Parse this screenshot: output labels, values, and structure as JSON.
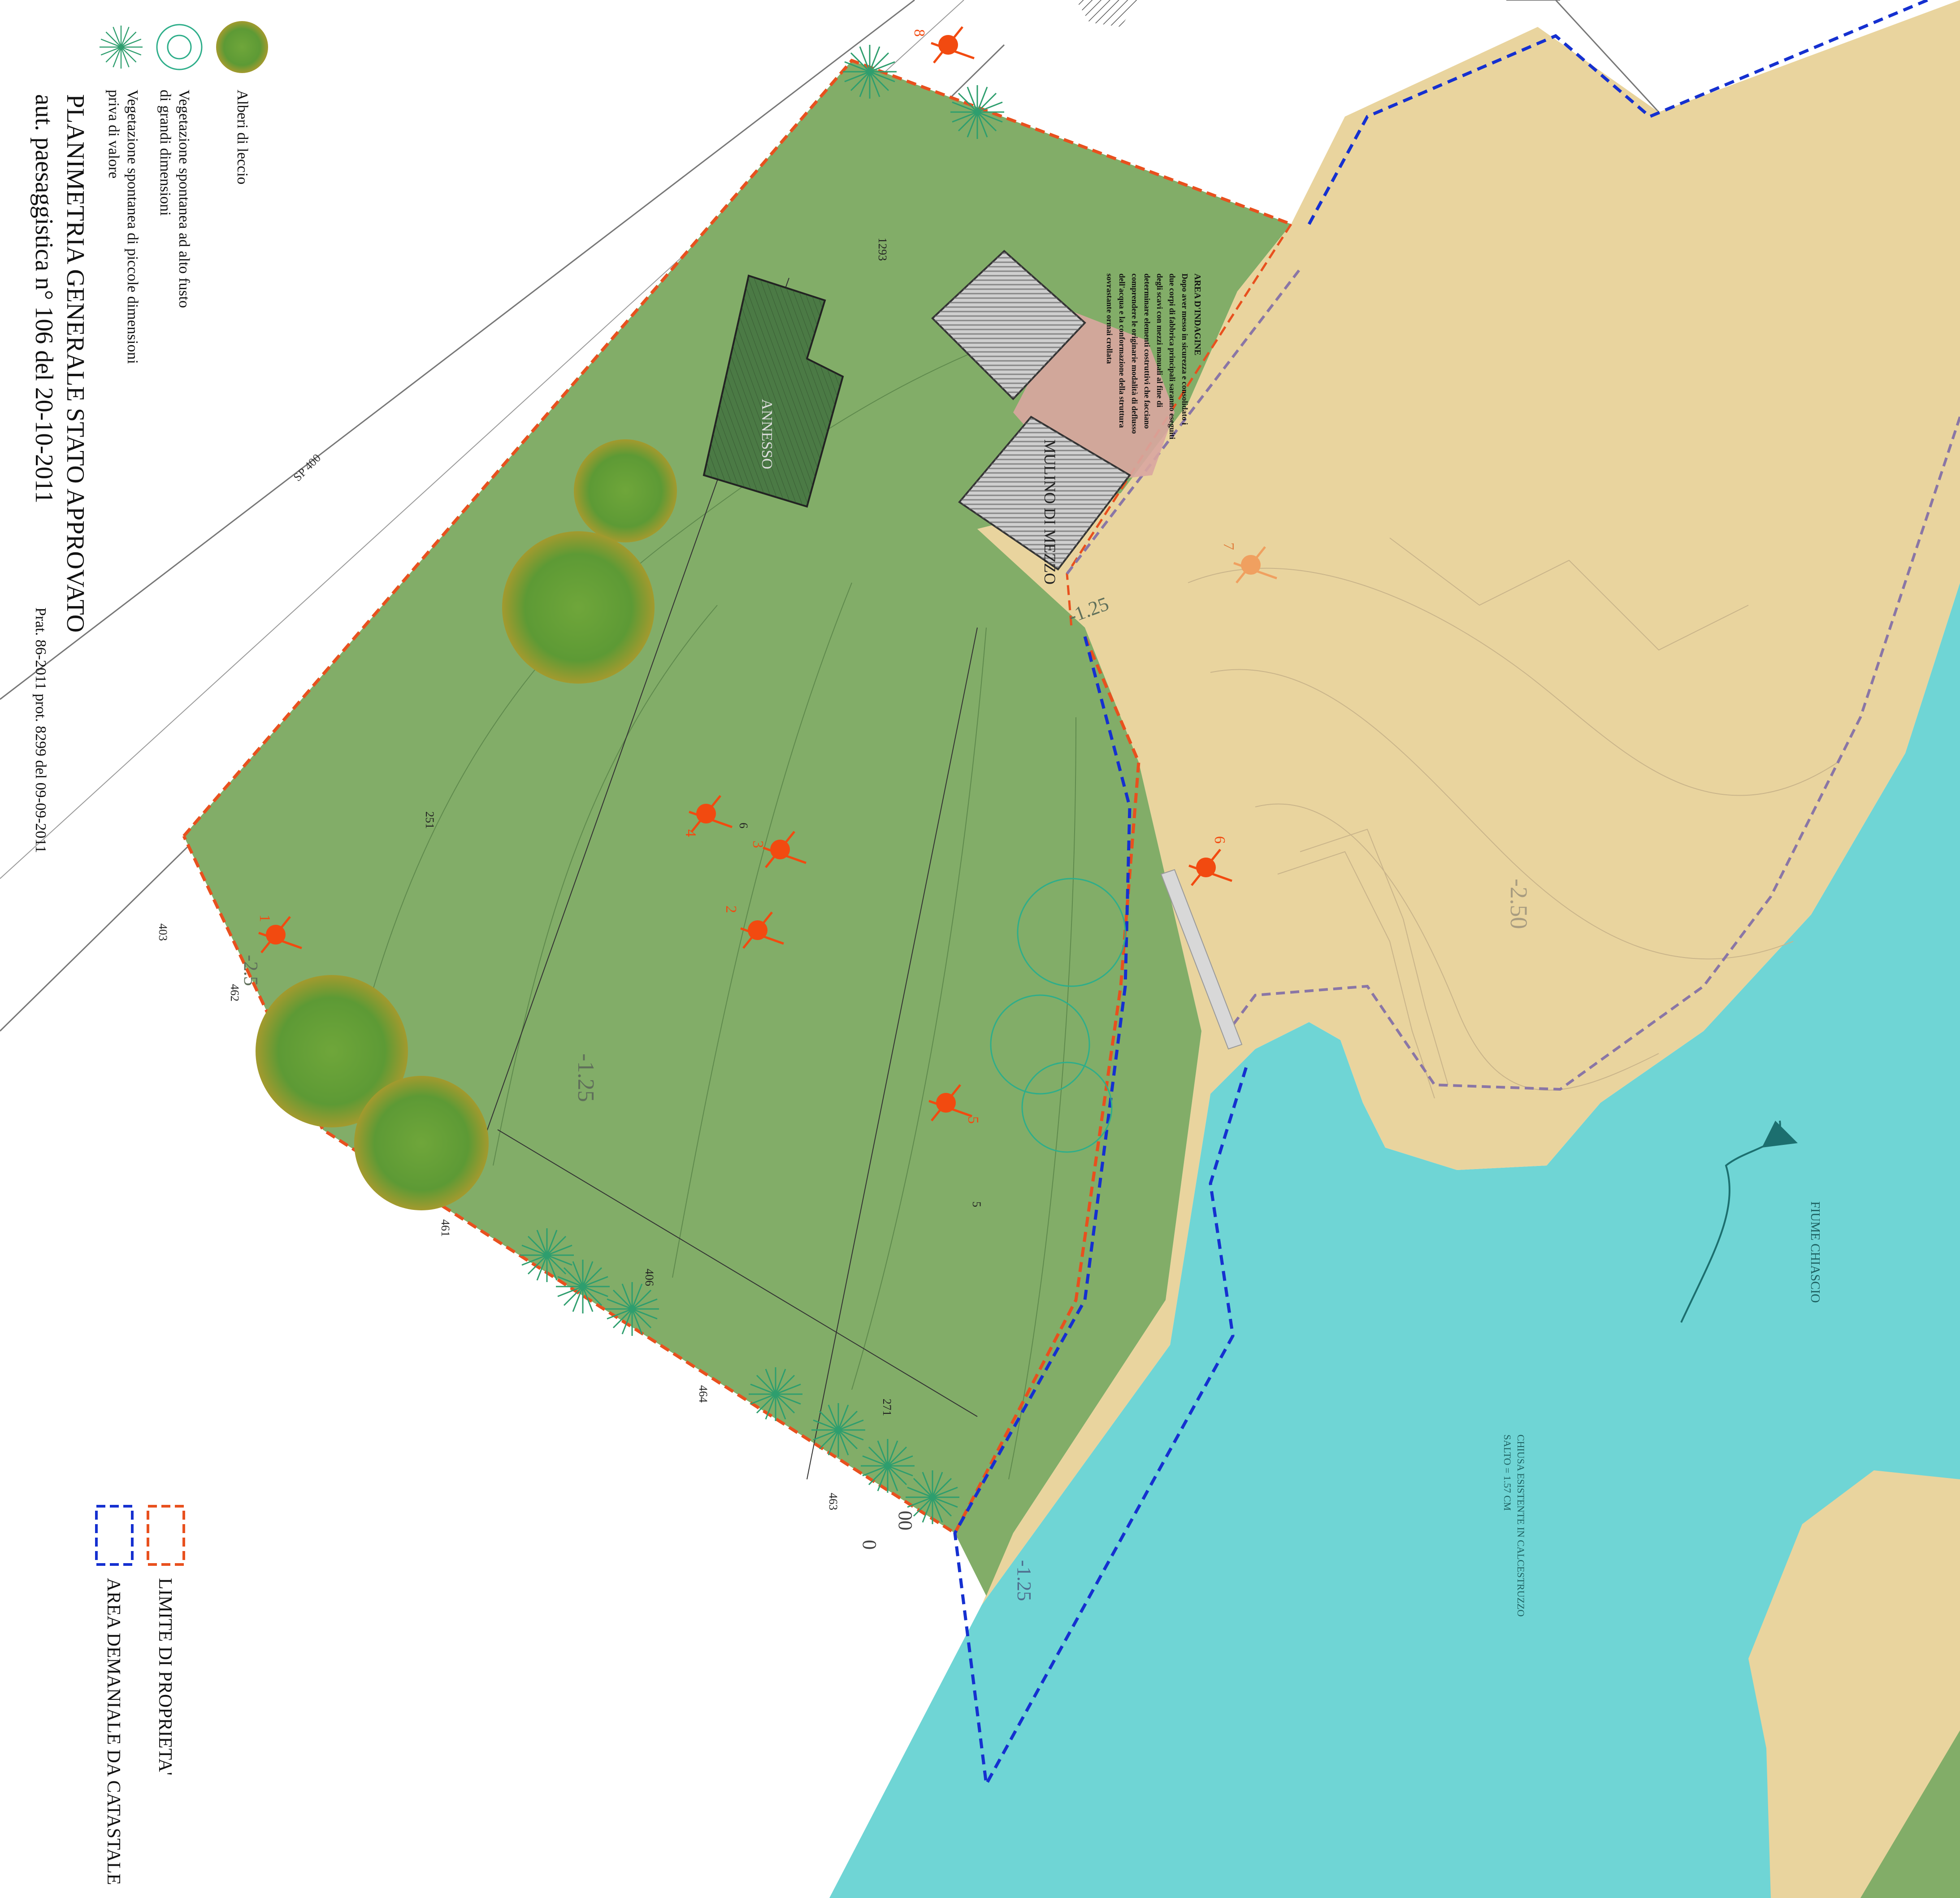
{
  "title": {
    "main": "PLANIMETRIA GENERALE STATO APPROVATO",
    "auth": "aut. paesaggistica n° 106 del 20-10-2011",
    "prat": "Prat. 86-2011 prot. 8299 del 09-09-2011"
  },
  "legend_top": {
    "items": [
      {
        "label": "Alberi di leccio",
        "icon": "oak-tree-icon"
      },
      {
        "label": "Vegetazione spontanea ad alto fusto",
        "label2": "di grandi dimensioni",
        "icon": "round-shrub-icon"
      },
      {
        "label": "Vegetazione spontanea di piccole dimensioni",
        "label2": "priva di valore",
        "icon": "star-shrub-icon"
      }
    ]
  },
  "legend_bottom": {
    "items": [
      {
        "label": "LIMITE DI PROPRIETA'",
        "color": "#e8501e"
      },
      {
        "label": "AREA DEMANIALE DA CATASTALE",
        "color": "#1530d0"
      }
    ]
  },
  "buildings": {
    "annesso": "ANNESSO",
    "mulino": "MULINO DI MEZZO"
  },
  "area_indagine": {
    "heading": "AREA D'INDAGINE",
    "lines": [
      "Dopo aver messo in sicurezza e consolidato i",
      "due corpi di fabbrica principali saranno eseguiti",
      "degli scavi con mezzi manuali al fine di",
      "determinare elementi costruttivi che facciano",
      "comprendere le originarie modalità di deflusso",
      "dell'acqua e la conformazione della struttura",
      "sovrastante ormai crollata"
    ]
  },
  "labels": {
    "road": "SP 400",
    "river": "FIUME CHIASCIO",
    "dam_line1": "CHIUSA ESISTENTE IN CALCESTRUZZO",
    "dam_line2": "SALTO = 1.57 CM"
  },
  "parcels": [
    "1293",
    "251",
    "403",
    "462",
    "461",
    "406",
    "464",
    "463",
    "271",
    "6",
    "5"
  ],
  "elevations": [
    "-1.25",
    "-2.50",
    "-1.25",
    "-2.5",
    "-1.25",
    "00",
    "0"
  ],
  "viewpoints": [
    "1",
    "2",
    "3",
    "4",
    "5",
    "6",
    "7",
    "8"
  ],
  "colors": {
    "property": "#82ad68",
    "beach": "#e9d49e",
    "river": "#6fd5d5",
    "property_limit": "#e8501e",
    "demanio_limit": "#1530d0",
    "mauve_line": "#8a76a6",
    "viewpoint": "#f24a10",
    "building_dark": "#4b7a45",
    "building_grey": "#cfcfcf",
    "investigation_area": "#d9a6a0"
  }
}
